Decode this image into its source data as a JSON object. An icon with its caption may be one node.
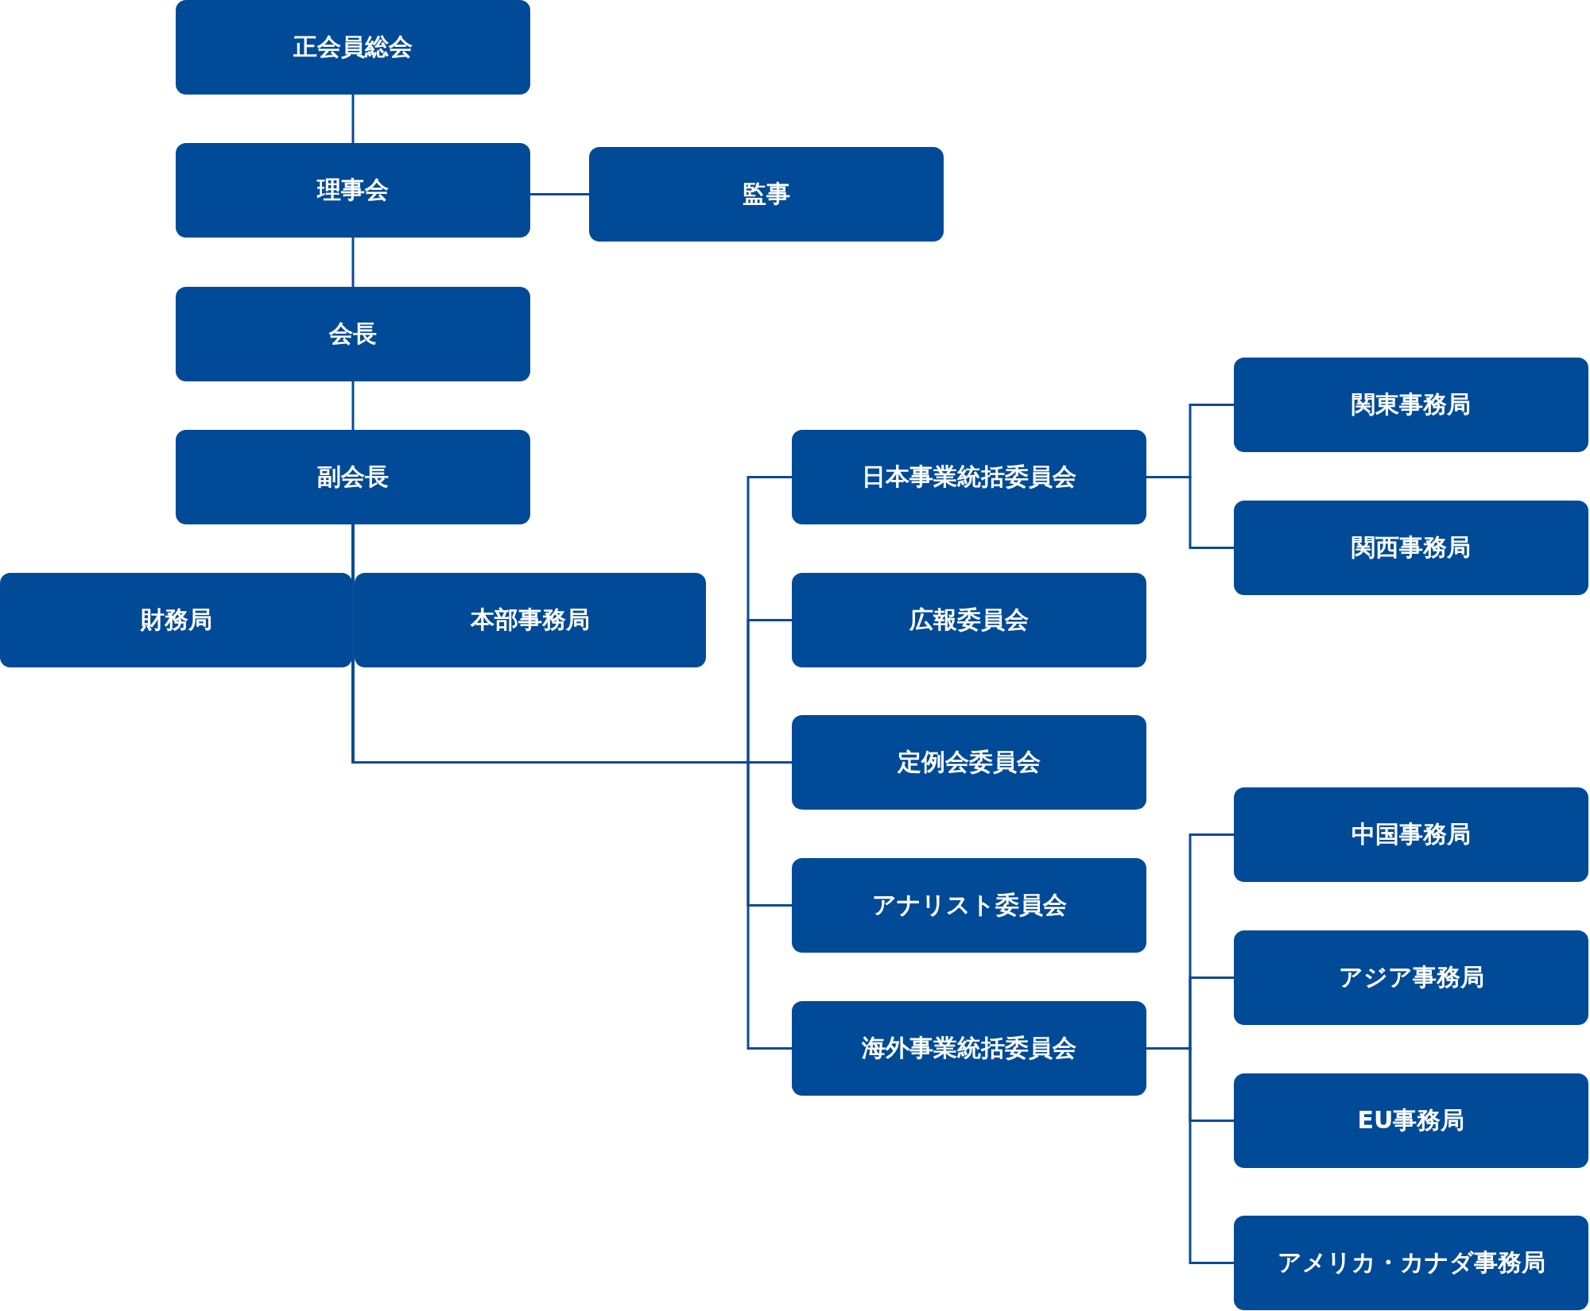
{
  "diagram": {
    "nodes": [
      {
        "text": [
          "正会員総会"
        ]
      },
      {
        "text": [
          "理事会"
        ]
      },
      {
        "text": [
          "監事"
        ]
      },
      {
        "text": [
          "会長"
        ]
      },
      {
        "text": [
          "副会長"
        ]
      },
      {
        "text": [
          "財務局"
        ]
      },
      {
        "text": [
          "本部事務局"
        ]
      },
      {
        "text": [
          "日本事業統括委員会"
        ]
      },
      {
        "text": [
          "関東事務局"
        ]
      },
      {
        "text": [
          "関西事務局"
        ]
      },
      {
        "text": [
          "広報委員会"
        ]
      },
      {
        "text": [
          "定例会委員会"
        ]
      },
      {
        "text": [
          "アナリスト委員会"
        ]
      },
      {
        "text": [
          "海外事業統括委員会"
        ]
      },
      {
        "text": [
          "中国事務局"
        ]
      },
      {
        "text": [
          "アジア事務局"
        ]
      },
      {
        "text": [
          "EU事務局"
        ]
      },
      {
        "text": [
          "アメリカ・カナダ事務局"
        ]
      }
    ],
    "edges": [
      {
        "from": 0,
        "to": 1,
        "arrow": "none"
      },
      {
        "from": 1,
        "to": 2,
        "arrow": "none"
      },
      {
        "from": 1,
        "to": 3,
        "arrow": "none"
      },
      {
        "from": 3,
        "to": 4,
        "arrow": "none"
      },
      {
        "from": 4,
        "to": 5,
        "arrow": "none"
      },
      {
        "from": 4,
        "to": 6,
        "arrow": "none"
      },
      {
        "from": 4,
        "to": 7,
        "arrow": "none"
      },
      {
        "from": 4,
        "to": 10,
        "arrow": "none"
      },
      {
        "from": 4,
        "to": 11,
        "arrow": "none"
      },
      {
        "from": 4,
        "to": 12,
        "arrow": "none"
      },
      {
        "from": 4,
        "to": 13,
        "arrow": "none"
      },
      {
        "from": 7,
        "to": 8,
        "arrow": "none"
      },
      {
        "from": 7,
        "to": 9,
        "arrow": "none"
      },
      {
        "from": 13,
        "to": 14,
        "arrow": "none"
      },
      {
        "from": 13,
        "to": 15,
        "arrow": "none"
      },
      {
        "from": 13,
        "to": 16,
        "arrow": "none"
      },
      {
        "from": 13,
        "to": 17,
        "arrow": "none"
      }
    ]
  }
}
